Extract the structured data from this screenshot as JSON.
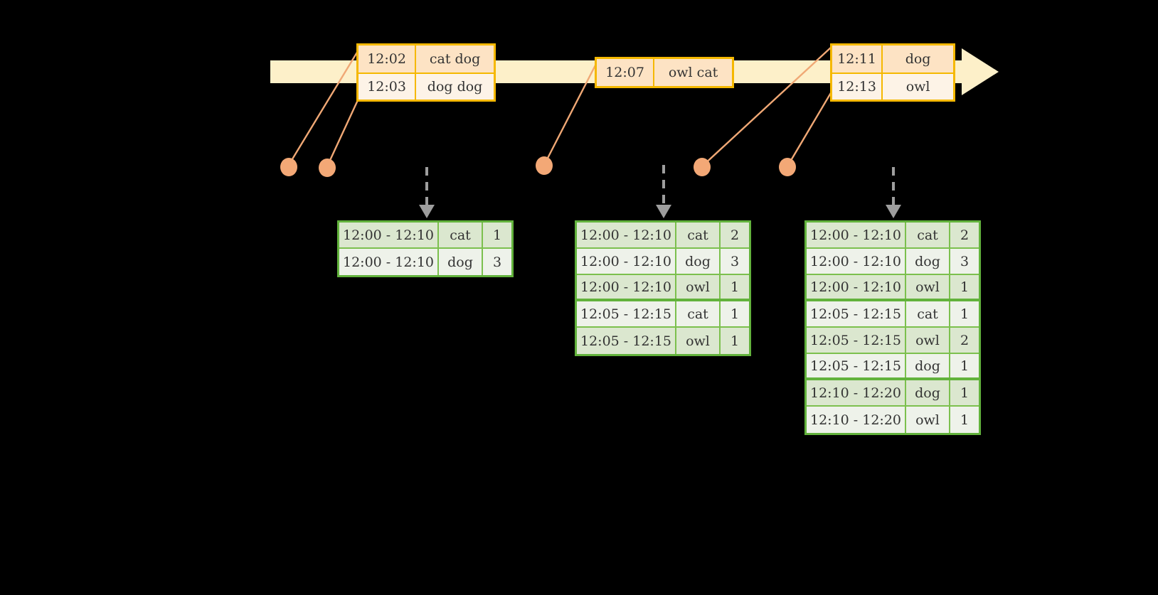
{
  "diagram": {
    "title": "sliding-window-aggregation-timeline",
    "colors": {
      "timeline_fill": "#fdf0c9",
      "event_border": "#f5b800",
      "event_shade": "#fde3c4",
      "event_plain": "#fdf3e7",
      "result_border": "#62b23c",
      "result_shade": "#dbe7cf",
      "result_plain": "#eef2ea",
      "connector": "#f0a875",
      "arrow": "#9e9e9e",
      "background": "#000000"
    }
  },
  "timeline": {
    "name": "event-timeline",
    "arrow_direction": "right",
    "events": [
      {
        "id": "event-group-1",
        "rows": [
          {
            "time": "12:02",
            "value": "cat dog"
          },
          {
            "time": "12:03",
            "value": "dog dog"
          }
        ]
      },
      {
        "id": "event-group-2",
        "rows": [
          {
            "time": "12:07",
            "value": "owl cat"
          }
        ]
      },
      {
        "id": "event-group-3",
        "rows": [
          {
            "time": "12:11",
            "value": "dog"
          },
          {
            "time": "12:13",
            "value": "owl"
          }
        ]
      }
    ]
  },
  "markers": [
    {
      "name": "event-marker-1202"
    },
    {
      "name": "event-marker-1203"
    },
    {
      "name": "event-marker-1207"
    },
    {
      "name": "event-marker-1211"
    },
    {
      "name": "event-marker-1213"
    }
  ],
  "results": [
    {
      "name": "result-table-1",
      "rows": [
        {
          "window": "12:00 - 12:10",
          "key": "cat",
          "count": "1",
          "group_end": false
        },
        {
          "window": "12:00 - 12:10",
          "key": "dog",
          "count": "3",
          "group_end": false
        }
      ]
    },
    {
      "name": "result-table-2",
      "rows": [
        {
          "window": "12:00 - 12:10",
          "key": "cat",
          "count": "2",
          "group_end": false
        },
        {
          "window": "12:00 - 12:10",
          "key": "dog",
          "count": "3",
          "group_end": false
        },
        {
          "window": "12:00 - 12:10",
          "key": "owl",
          "count": "1",
          "group_end": true
        },
        {
          "window": "12:05 - 12:15",
          "key": "cat",
          "count": "1",
          "group_end": false
        },
        {
          "window": "12:05 - 12:15",
          "key": "owl",
          "count": "1",
          "group_end": false
        }
      ]
    },
    {
      "name": "result-table-3",
      "rows": [
        {
          "window": "12:00 - 12:10",
          "key": "cat",
          "count": "2",
          "group_end": false
        },
        {
          "window": "12:00 - 12:10",
          "key": "dog",
          "count": "3",
          "group_end": false
        },
        {
          "window": "12:00 - 12:10",
          "key": "owl",
          "count": "1",
          "group_end": true
        },
        {
          "window": "12:05 - 12:15",
          "key": "cat",
          "count": "1",
          "group_end": false
        },
        {
          "window": "12:05 - 12:15",
          "key": "owl",
          "count": "2",
          "group_end": false
        },
        {
          "window": "12:05 - 12:15",
          "key": "dog",
          "count": "1",
          "group_end": true
        },
        {
          "window": "12:10 - 12:20",
          "key": "dog",
          "count": "1",
          "group_end": false
        },
        {
          "window": "12:10 - 12:20",
          "key": "owl",
          "count": "1",
          "group_end": false
        }
      ]
    }
  ],
  "down_arrows": [
    {
      "name": "emit-arrow-1"
    },
    {
      "name": "emit-arrow-2"
    },
    {
      "name": "emit-arrow-3"
    }
  ]
}
